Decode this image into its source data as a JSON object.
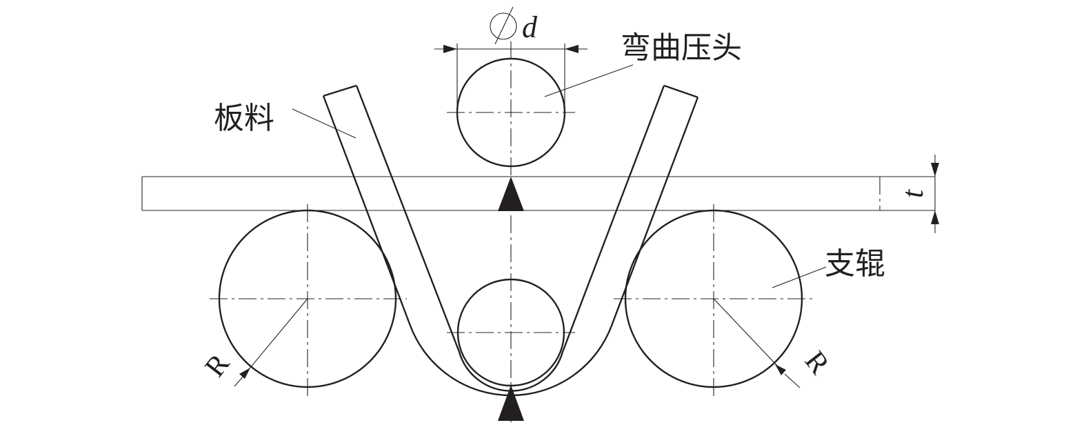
{
  "labels": {
    "punch": "弯曲压头",
    "sheet": "板料",
    "roller": "支辊",
    "diameter_symbol": "∅",
    "diameter_var": "d",
    "thickness_var": "t",
    "radius_left": "R",
    "radius_right": "R"
  },
  "colors": {
    "ink": "#231f20",
    "background": "#ffffff"
  }
}
